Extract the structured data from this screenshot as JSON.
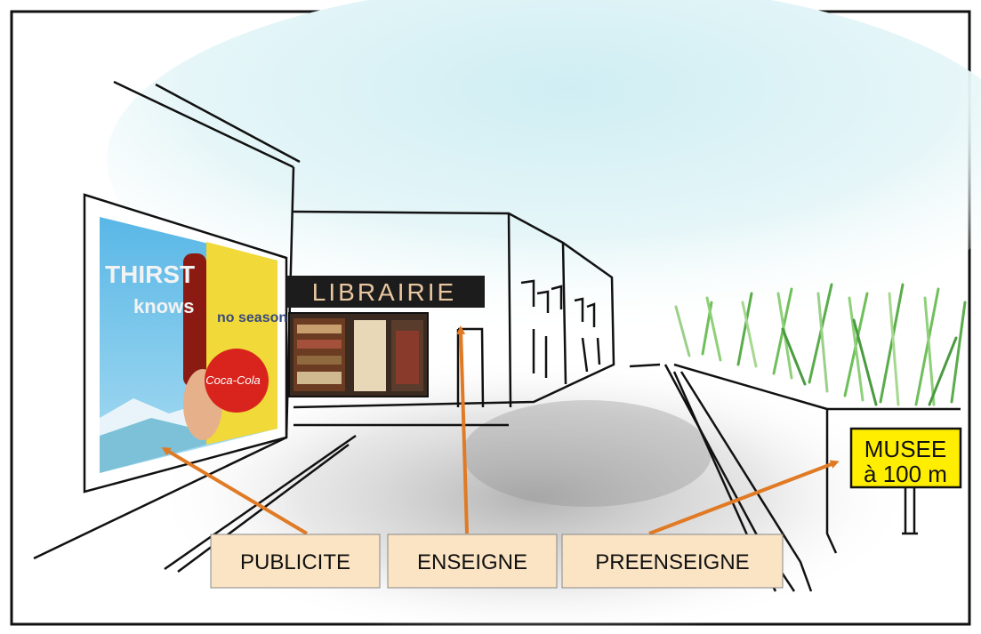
{
  "billboard": {
    "line1": "THIRST",
    "line2": "knows",
    "line3": "no season",
    "brand": "Coca-Cola"
  },
  "shop": {
    "sign": "LIBRAIRIE"
  },
  "museum_sign": {
    "line1": "MUSEE",
    "line2": "à 100 m"
  },
  "labels": {
    "publicite": "PUBLICITE",
    "enseigne": "ENSEIGNE",
    "preenseigne": "PREENSEIGNE"
  },
  "colors": {
    "arrow": "#e07a25",
    "label_bg": "#fbe4c3",
    "museum_sign_bg": "#ffee00",
    "shop_sign_bg": "#1d1c1c",
    "shop_sign_text": "#e9c7a0"
  }
}
